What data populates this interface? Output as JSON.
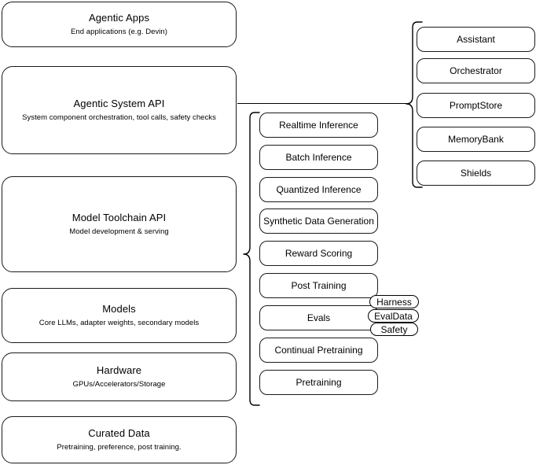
{
  "diagram": {
    "title": "Llama Stack layered architecture diagram",
    "stack_layers": [
      {
        "id": "agentic-apps",
        "title": "Agentic Apps",
        "subtitle": "End applications (e.g. Devin)"
      },
      {
        "id": "agentic-system-api",
        "title": "Agentic System API",
        "subtitle": "System component orchestration, tool calls, safety checks"
      },
      {
        "id": "model-toolchain-api",
        "title": "Model Toolchain API",
        "subtitle": "Model development & serving"
      },
      {
        "id": "models",
        "title": "Models",
        "subtitle": "Core LLMs, adapter weights, secondary models"
      },
      {
        "id": "hardware",
        "title": "Hardware",
        "subtitle": "GPUs/Accelerators/Storage"
      },
      {
        "id": "curated-data",
        "title": "Curated Data",
        "subtitle": "Pretraining, preference, post training."
      }
    ],
    "toolchain_capabilities": [
      {
        "id": "realtime-inference",
        "label": "Realtime Inference"
      },
      {
        "id": "batch-inference",
        "label": "Batch Inference"
      },
      {
        "id": "quantized-inference",
        "label": "Quantized Inference"
      },
      {
        "id": "synthetic-data-generation",
        "label": "Synthetic Data Generation"
      },
      {
        "id": "reward-scoring",
        "label": "Reward Scoring"
      },
      {
        "id": "post-training",
        "label": "Post Training"
      },
      {
        "id": "evals",
        "label": "Evals"
      },
      {
        "id": "continual-pretraining",
        "label": "Continual Pretraining"
      },
      {
        "id": "pretraining",
        "label": "Pretraining"
      }
    ],
    "eval_tags": [
      {
        "id": "harness",
        "label": "Harness"
      },
      {
        "id": "evaldata",
        "label": "EvalData"
      },
      {
        "id": "safety",
        "label": "Safety"
      }
    ],
    "agentic_components": [
      {
        "id": "assistant",
        "label": "Assistant"
      },
      {
        "id": "orchestrator",
        "label": "Orchestrator"
      },
      {
        "id": "promptstore",
        "label": "PromptStore"
      },
      {
        "id": "memorybank",
        "label": "MemoryBank"
      },
      {
        "id": "shields",
        "label": "Shields"
      }
    ],
    "colors": {
      "stroke": "#1a1a1a",
      "background": "#ffffff",
      "text": "#000000"
    }
  }
}
